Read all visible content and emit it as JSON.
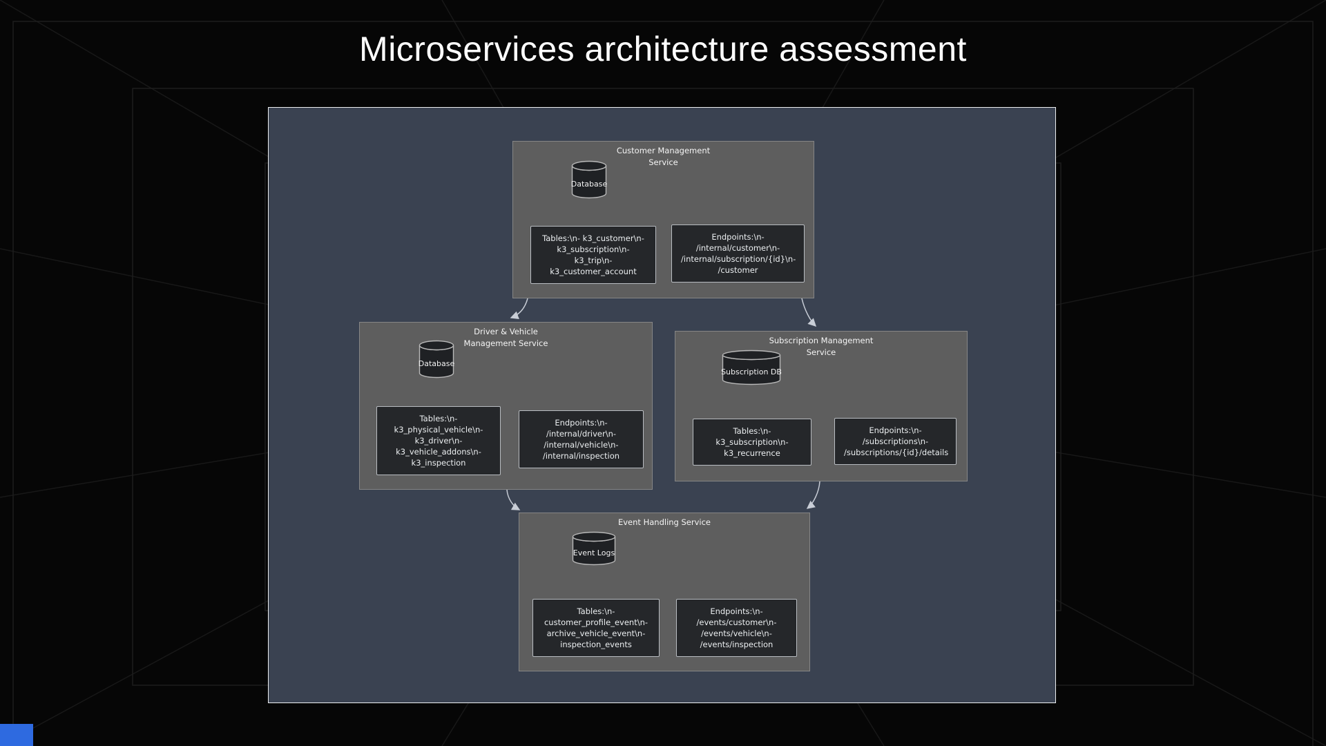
{
  "title": "Microservices architecture assessment",
  "colors": {
    "background": "#060606",
    "grid_line": "#1c1c1c",
    "panel": "#3a4251",
    "panel_border": "#eef0f2",
    "service_box": "#5e5e5e",
    "node_box": "#25272a",
    "node_border": "#b9bdc2",
    "cylinder_fill": "#1f2124",
    "connector": "#c8cdd6",
    "text": "#f2f2f2",
    "accent_blue": "#2e6ae0"
  },
  "services": [
    {
      "name": "customer-management",
      "title_line1": "Customer Management",
      "title_line2": "Service",
      "database_label": "Database",
      "tables_label": "Tables:\\n- k3_customer\\n- k3_subscription\\n- k3_trip\\n- k3_customer_account",
      "endpoints_label": "Endpoints:\\n- /internal/customer\\n- /internal/subscription/{id}\\n- /customer"
    },
    {
      "name": "driver-vehicle-management",
      "title_line1": "Driver & Vehicle",
      "title_line2": "Management Service",
      "database_label": "Database",
      "tables_label": "Tables:\\n- k3_physical_vehicle\\n- k3_driver\\n- k3_vehicle_addons\\n- k3_inspection",
      "endpoints_label": "Endpoints:\\n- /internal/driver\\n- /internal/vehicle\\n- /internal/inspection"
    },
    {
      "name": "subscription-management",
      "title_line1": "Subscription Management",
      "title_line2": "Service",
      "database_label": "Subscription DB",
      "tables_label": "Tables:\\n- k3_subscription\\n- k3_recurrence",
      "endpoints_label": "Endpoints:\\n- /subscriptions\\n- /subscriptions/{id}/details"
    },
    {
      "name": "event-handling",
      "title_line1": "Event Handling Service",
      "title_line2": "",
      "database_label": "Event Logs",
      "tables_label": "Tables:\\n- customer_profile_event\\n- archive_vehicle_event\\n- inspection_events",
      "endpoints_label": "Endpoints:\\n- /events/customer\\n- /events/vehicle\\n- /events/inspection"
    }
  ]
}
